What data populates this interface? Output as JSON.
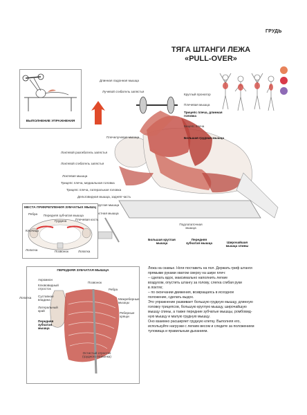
{
  "header": {
    "section": "ГРУДЬ"
  },
  "title": {
    "line1": "ТЯГА ШТАНГИ ЛЕЖА",
    "line2": "«PULL-OVER»"
  },
  "colors": {
    "dot1": "#e8835a",
    "dot2": "#d93a4a",
    "dot3": "#8e6bb6",
    "accent_arrow": "#e04a2a"
  },
  "exercise_box": {
    "title": "ВЫПОЛНЕНИЕ УПРАЖНЕНИЯ"
  },
  "labels_left": [
    "Длинная ладонная мышца",
    "Лучевой сгибатель запястья",
    "Плечелучевая мышца",
    "Локтевой разгибатель запястья",
    "Локтевой сгибатель запястья",
    "Локтевая мышца",
    "Трицепс плеча, медиальная головка",
    "Трицепс плеча, латеральная головка",
    "Дельтовидная мышца, задняя часть",
    "Малая круглая мышца",
    "Подостная мышца"
  ],
  "labels_right": [
    {
      "text": "Круглый пронатор",
      "bold": false
    },
    {
      "text": "Плечевая мышца",
      "bold": false
    },
    {
      "text": "Трицепс плеча, длинная головка",
      "bold": true
    },
    {
      "text": "Бицепс плеча",
      "bold": false
    },
    {
      "text": "Большая грудная мышца",
      "bold": true
    }
  ],
  "labels_bottom": [
    {
      "text": "Подлопаточная мышца",
      "bold": false
    },
    {
      "text": "Большая круглая мышца",
      "bold": true
    },
    {
      "text": "Передняя зубчатая мышца",
      "bold": true
    },
    {
      "text": "Широчайшая мышца спины",
      "bold": true
    }
  ],
  "attachment_box": {
    "title": "МЕСТА ПРИКРЕПЛЕНИЯ ЗУБЧАТЫХ МЫШЦ",
    "labels": [
      "Ребра",
      "Передняя зубчатая мышца",
      "Грудина",
      "Плечевая кость",
      "Ключица",
      "Лопатка",
      "Позвонок",
      "Лопатка"
    ]
  },
  "serratus_box": {
    "title": "ПЕРЕДНЯЯ ЗУБЧАТАЯ МЫШЦА",
    "labels": [
      "Акромион",
      "Клювовидный отросток",
      "Суставная впадина",
      "Латеральный край",
      "Позвонок",
      "Ребра",
      "Межреберные мышцы",
      "Реберные хрящи",
      "Передняя зубчатая мышца",
      "Остистый отросток (грудного позвонка)"
    ],
    "side_label": "Лопатка"
  },
  "description": [
    "Лежа на скамье. Ноги поставить на пол. Держать гриф штанги",
    "прямыми руками хватом сверху на шире плеч:",
    "– сделать вдох, максимально наполнить легкие",
    "воздухом, опустить штангу за голову, слегка сгибая руки",
    "в локтях;",
    "– по окончании движения, возвращаясь в исходное",
    "положение, сделать выдох.",
    "Это упражнение развивает большую грудную мышцу, длинную",
    "головку трицепсов, большую круглую мышцу, широчайшую",
    "мышцу спины, а также передние зубчатые мышцы, ромбовид-",
    "ную мышцу и малую грудную мышцу.",
    "Оно взаимно расширяет грудную клетку. Выполняя его,",
    "используйте нагрузки с легким весом и следите за положением",
    "туловища и правильным дыханием."
  ]
}
